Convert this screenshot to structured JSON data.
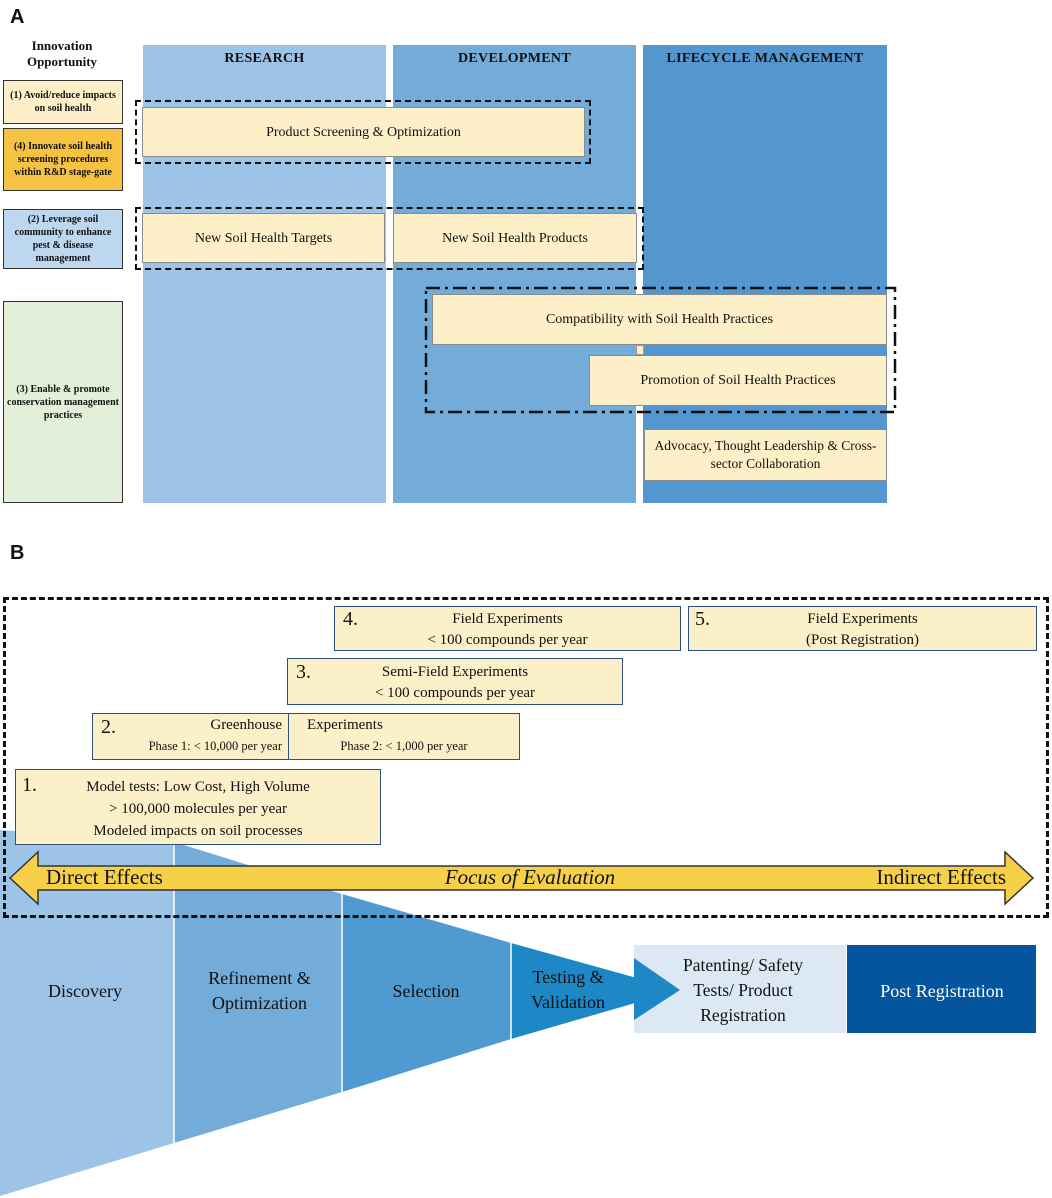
{
  "panel_a": {
    "letter": "A",
    "opportunity_heading": "Innovation Opportunity",
    "columns": [
      {
        "label": "RESEARCH",
        "color": "#9dc3e6"
      },
      {
        "label": "DEVELOPMENT",
        "color": "#74acd9"
      },
      {
        "label": "LIFECYCLE MANAGEMENT",
        "color": "#5496cf"
      }
    ],
    "opportunities": [
      {
        "label": "(1) Avoid/reduce impacts on soil health",
        "color": "#fdf0c8"
      },
      {
        "label": "(4) Innovate soil health screening procedures within R&D stage-gate",
        "color": "#f5c242"
      },
      {
        "label": "(2) Leverage soil community to enhance pest & disease management",
        "color": "#bdd7ee"
      },
      {
        "label": "(3) Enable & promote conservation management practices",
        "color": "#e2efd9"
      }
    ],
    "boxes": {
      "product_screening": "Product Screening & Optimization",
      "new_targets": "New Soil Health Targets",
      "new_products": "New Soil Health Products",
      "compatibility": "Compatibility with Soil Health Practices",
      "promotion": "Promotion of Soil Health Practices",
      "advocacy": "Advocacy, Thought Leadership & Cross-sector Collaboration"
    }
  },
  "panel_b": {
    "letter": "B",
    "stages": {
      "s1": {
        "num": "1.",
        "line1": "Model tests: Low Cost, High Volume",
        "line2": "> 100,000 molecules per year",
        "line3": "Modeled impacts on soil processes"
      },
      "s2": {
        "num": "2.",
        "title_left": "Greenhouse",
        "title_right": "Experiments",
        "phase1": "Phase 1: < 10,000 per year",
        "phase2": "Phase 2: < 1,000 per year"
      },
      "s3": {
        "num": "3.",
        "line1": "Semi-Field Experiments",
        "line2": "< 100 compounds  per year"
      },
      "s4": {
        "num": "4.",
        "line1": "Field Experiments",
        "line2": "< 100 compounds  per year"
      },
      "s5": {
        "num": "5.",
        "line1": "Field Experiments",
        "line2": "(Post Registration)"
      }
    },
    "arrow": {
      "left": "Direct Effects",
      "center": "Focus of Evaluation",
      "right": "Indirect Effects",
      "color": "#f7d04a"
    },
    "phases": [
      {
        "label": "Discovery",
        "color": "#9dc3e6"
      },
      {
        "label": "Refinement & Optimization",
        "color": "#74acd9"
      },
      {
        "label": "Selection",
        "color": "#4f9ad1"
      },
      {
        "label": "Testing & Validation",
        "color": "#1e88c6"
      },
      {
        "label": "Patenting/ Safety Tests/ Product Registration",
        "color": "#dce9f5"
      },
      {
        "label": "Post Registration",
        "color": "#04559e"
      }
    ]
  }
}
